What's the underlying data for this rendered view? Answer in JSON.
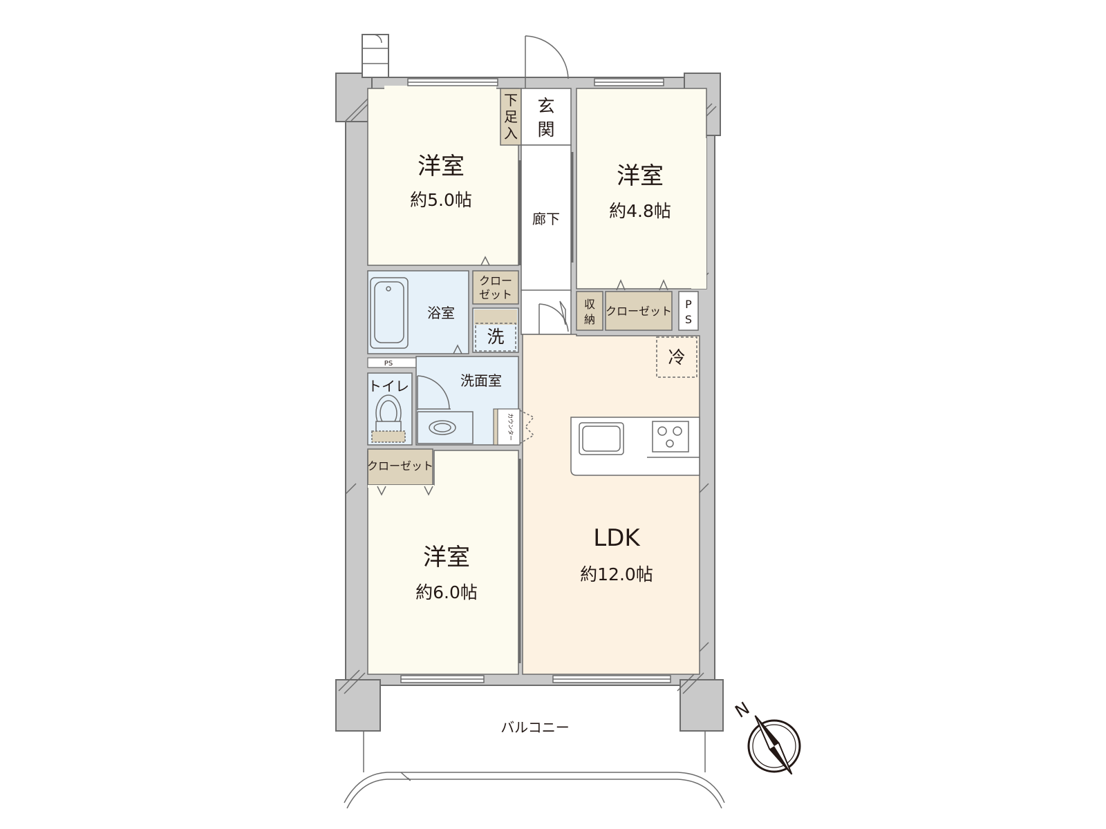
{
  "rooms": {
    "western_nw": {
      "name": "洋室",
      "area": "約5.0帖"
    },
    "western_ne": {
      "name": "洋室",
      "area": "約4.8帖"
    },
    "western_sw": {
      "name": "洋室",
      "area": "約6.0帖"
    },
    "ldk": {
      "name": "LDK",
      "area": "約12.0帖"
    },
    "entrance": {
      "chars": [
        "玄",
        "関"
      ]
    },
    "shoe_cabinet": {
      "chars": [
        "下",
        "足",
        "入"
      ]
    },
    "corridor": "廊下",
    "bathroom": "浴室",
    "washroom": "洗面室",
    "toilet": "トイレ",
    "balcony": "バルコニー"
  },
  "storage": {
    "closet_small": [
      "クロー",
      "ゼット"
    ],
    "closet_ne": "クローゼット",
    "closet_sw": "クローゼット",
    "storage_box": [
      "収",
      "納"
    ],
    "ps_right": [
      "P",
      "S"
    ],
    "ps_bath": "PS",
    "counter": "カウンター"
  },
  "appliances": {
    "washer_mark": "洗",
    "fridge_mark": "冷"
  },
  "compass": {
    "north_label": "N"
  },
  "colors": {
    "western_room": "#fdfbef",
    "ldk": "#fdf2e2",
    "wet_area": "#e6f1f9",
    "closet": "#ddd3bc",
    "wall": "#c9c9c9",
    "wall_stroke": "#6b6b6b",
    "floor_white": "#ffffff"
  }
}
